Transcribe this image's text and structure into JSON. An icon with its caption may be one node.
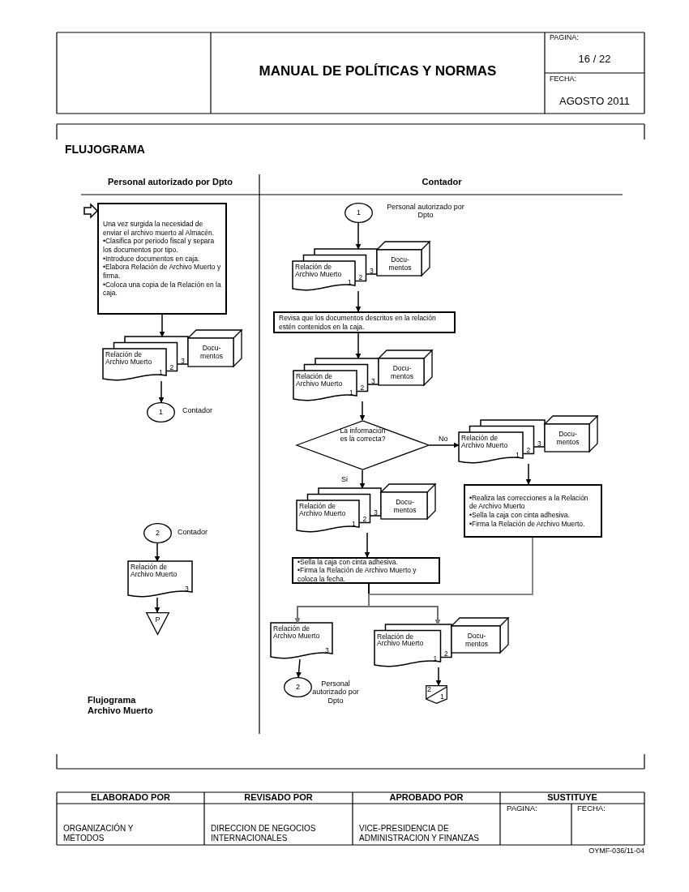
{
  "diagram": {
    "title": "MANUAL DE POLÍTICAS Y NORMAS",
    "nodes": [
      {
        "text": [
          "Una vez surgida la necesidad de enviar el archivo muerto al Almacén.",
          "•Clasifica por periodo fiscal y separa los documentos por tipo.",
          "•Introduce documentos en caja.",
          "•Elabora Relación de Archivo Muerto y firma.",
          "•Coloca una copia de la Relación en la caja."
        ]
      },
      {
        "text": [
          "Relación de Archivo Muerto",
          "1",
          "2",
          "3"
        ]
      },
      {
        "text": [
          "Docu- mentos"
        ]
      },
      {
        "text": [
          "1"
        ],
        "beside": [
          "Contador"
        ]
      },
      {
        "text": [
          "2"
        ],
        "beside": [
          "Contador"
        ]
      },
      {
        "text": [
          "Relación de Archivo Muerto",
          "3"
        ]
      },
      {
        "text": [
          "P"
        ]
      },
      {
        "text": [
          "1"
        ],
        "beside": [
          "Personal autorizado por Dpto"
        ]
      },
      {
        "text": [
          "Relación de Archivo Muerto",
          "1",
          "2",
          "3"
        ]
      },
      {
        "text": [
          "Docu- mentos"
        ]
      },
      {
        "text": [
          "Revisa que los documentos descritos en la relación estén contenidos en la caja."
        ]
      },
      {
        "text": [
          "Relación de Archivo Muerto",
          "1",
          "2",
          "3"
        ]
      },
      {
        "text": [
          "Docu- mentos"
        ]
      },
      {
        "text": [
          "La información es la correcta?"
        ]
      },
      {
        "text": [
          "Relación de Archivo Muerto",
          "1",
          "2",
          "3"
        ]
      },
      {
        "text": [
          "Docu- mentos"
        ]
      },
      {
        "text": [
          "•Realiza las correcciones a la Relación de Archivo Muerto",
          "•Sella la caja con cinta adhesiva.",
          "•Firma la Relación de Archivo Muerto."
        ]
      },
      {
        "text": [
          "Relación de Archivo Muerto",
          "1",
          "2",
          "3"
        ]
      },
      {
        "text": [
          "Docu- mentos"
        ]
      },
      {
        "text": [
          "•Sella la caja con cinta adhesiva.",
          "•Firma la Relación de Archivo Muerto y coloca la fecha."
        ]
      },
      {
        "text": [
          "Relación de Archivo Muerto",
          "3"
        ]
      },
      {
        "text": [
          "Relación de Archivo Muerto",
          "1",
          "2"
        ]
      },
      {
        "text": [
          "Docu- mentos"
        ]
      },
      {
        "text": [
          "2"
        ],
        "beside": [
          "Personal autorizado por Dpto"
        ]
      },
      {
        "text": [
          "2",
          "1"
        ]
      }
    ],
    "edges": [
      {
        "from": null,
        "to": 0,
        "arrow": "to"
      },
      {
        "from": 0,
        "to": 1,
        "arrow": "to"
      },
      {
        "from": 1,
        "to": 3,
        "arrow": "to"
      },
      {
        "from": 4,
        "to": 5,
        "arrow": "to"
      },
      {
        "from": 5,
        "to": 6,
        "arrow": "to"
      },
      {
        "from": 7,
        "to": 8,
        "arrow": "to"
      },
      {
        "from": 8,
        "to": 10,
        "arrow": "to"
      },
      {
        "from": 10,
        "to": 11,
        "arrow": "to"
      },
      {
        "from": 11,
        "to": 13,
        "arrow": "to"
      },
      {
        "from": 13,
        "to": 14,
        "arrow": "to",
        "label": "No"
      },
      {
        "from": 14,
        "to": 16,
        "arrow": "to"
      },
      {
        "from": 13,
        "to": 17,
        "arrow": "to",
        "label": "Si"
      },
      {
        "from": 17,
        "to": 19,
        "arrow": "to"
      },
      {
        "from": 19,
        "to": 20,
        "arrow": "to"
      },
      {
        "from": 19,
        "to": 21,
        "arrow": "to"
      },
      {
        "from": 16,
        "to": 20,
        "arrow": "to",
        "color": "#808080"
      },
      {
        "from": 16,
        "to": 21,
        "arrow": "to",
        "color": "#808080"
      },
      {
        "from": 20,
        "to": 23,
        "arrow": "to"
      },
      {
        "from": 21,
        "to": 24,
        "arrow": "to"
      }
    ],
    "labels": [
      "PAGINA:",
      "16 / 22",
      "FECHA:",
      "AGOSTO 2011",
      "FLUJOGRAMA",
      "Personal autorizado por Dpto",
      "Contador",
      "Flujograma Archivo Muerto",
      "ELABORADO POR",
      "REVISADO POR",
      "APROBADO POR",
      "SUSTITUYE",
      "PAGINA:",
      "FECHA:",
      "ORGANIZACIÓN Y MÉTODOS",
      "DIRECCION DE NEGOCIOS INTERNACIONALES",
      "VICE-PRESIDENCIA DE ADMINISTRACION Y FINANZAS",
      "OYMF-036/11-04"
    ]
  }
}
